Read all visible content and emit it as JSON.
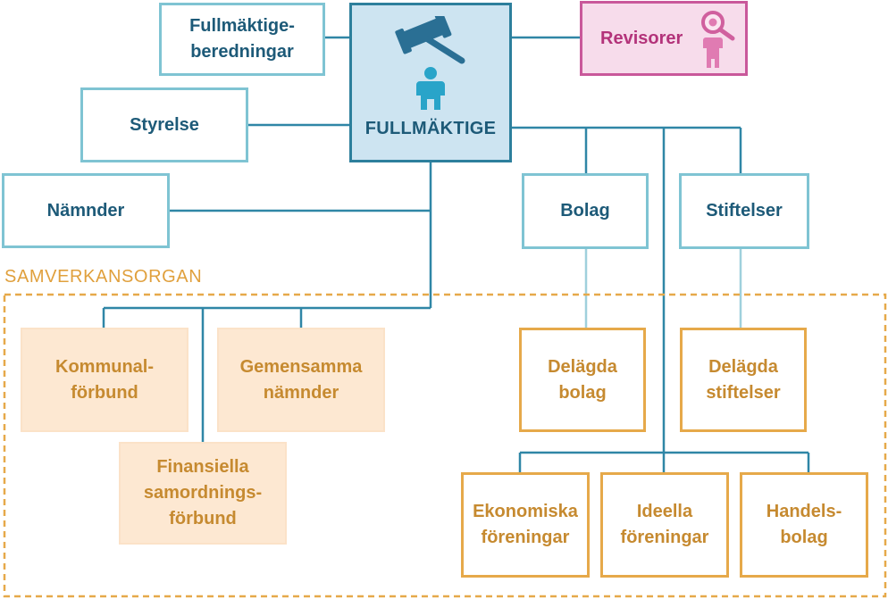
{
  "nodes": {
    "fullmaktige": "FULLMÄKTIGE",
    "beredningar": "Fullmäktige-\nberedningar",
    "revisorer": "Revisorer",
    "styrelse": "Styrelse",
    "namnder": "Nämnder",
    "bolag": "Bolag",
    "stiftelser": "Stiftelser",
    "kommunalforbund": "Kommunal-\nförbund",
    "gemensamma": "Gemensamma\nnämnder",
    "finansiella": "Finansiella\nsamordnings-\nförbund",
    "delagda_bolag": "Delägda\nbolag",
    "delagda_stiftelser": "Delägda\nstiftelser",
    "ekonomiska": "Ekonomiska\nföreningar",
    "ideella": "Ideella\nföreningar",
    "handelsbolag": "Handels-\nbolag"
  },
  "group_label": "SAMVERKANSORGAN",
  "icons": [
    "gavel-icon",
    "person-icon",
    "magnifier-icon"
  ],
  "colors": {
    "teal_border": "#7fc4d3",
    "main_border": "#2d7f9c",
    "main_fill": "#cde4f1",
    "text_dark": "#1d5a78",
    "pink_border": "#c9589a",
    "pink_fill": "#f7dceb",
    "orange": "#e6a94a",
    "orange_fill": "#fde8d2",
    "line": "#2f86a6"
  }
}
